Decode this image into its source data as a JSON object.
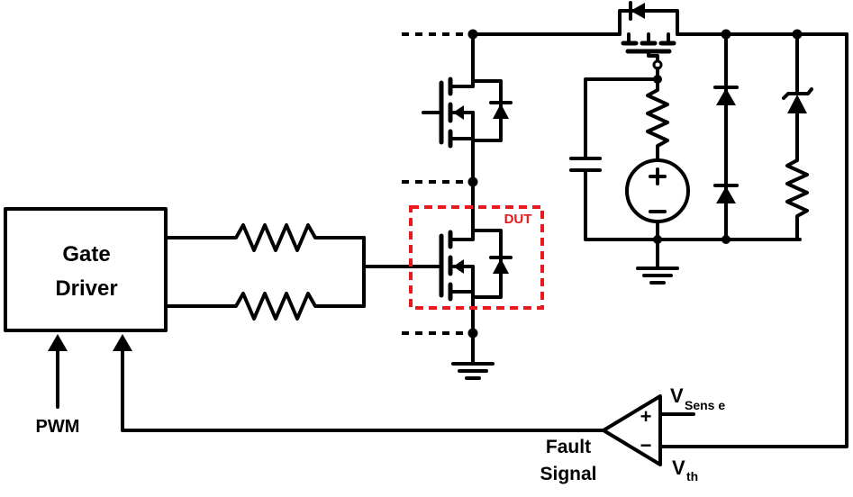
{
  "gate_driver": {
    "line1": "Gate",
    "line2": "Driver"
  },
  "labels": {
    "pwm": "PWM",
    "dut": "DUT",
    "fault_line1": "Fault",
    "fault_line2": "Signal",
    "v_sense_main": "V",
    "v_sense_sub": "Sens e",
    "v_th_main": "V",
    "v_th_sub": "th",
    "plus_sign": "+",
    "minus_sign": "−"
  },
  "colors": {
    "wire": "#000000",
    "dut_highlight": "#e8191e"
  }
}
